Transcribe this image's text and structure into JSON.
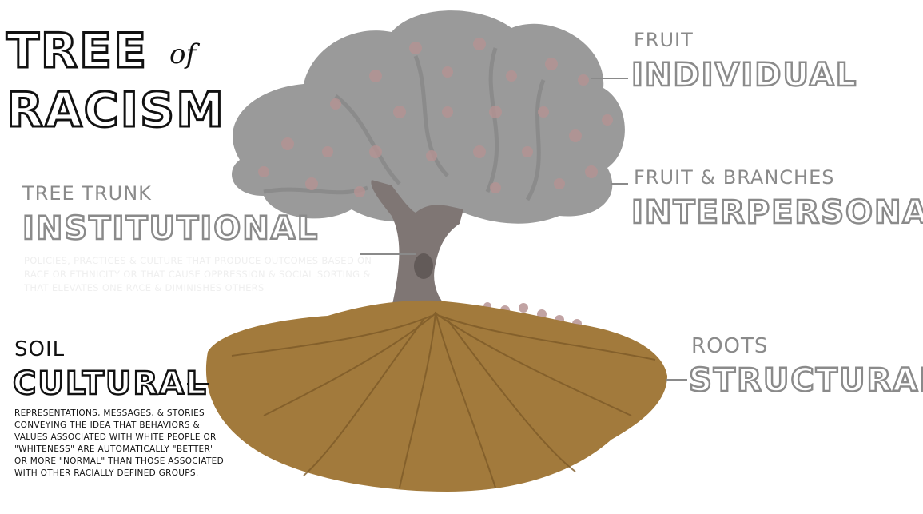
{
  "title": {
    "line1": "TREE",
    "of": "of",
    "line2": "RACISM"
  },
  "labels": {
    "fruit": {
      "small": "FRUIT",
      "big": "INDIVIDUAL"
    },
    "branches": {
      "small": "FRUIT & BRANCHES",
      "big": "INTERPERSONAL"
    },
    "trunk": {
      "small": "TREE TRUNK",
      "big": "INSTITUTIONAL",
      "description": "POLICIES, PRACTICES & CULTURE THAT PRODUCE OUTCOMES BASED ON RACE OR ETHNICITY OR THAT CAUSE OPPRESSION & SOCIAL SORTING & THAT ELEVATES ONE RACE & DIMINISHES OTHERS"
    },
    "soil": {
      "small": "SOIL",
      "big": "CULTURAL",
      "description": "REPRESENTATIONS, MESSAGES, & STORIES CONVEYING THE IDEA THAT BEHAVIORS & VALUES ASSOCIATED WITH WHITE PEOPLE OR \"WHITENESS\" ARE AUTOMATICALLY \"BETTER\" OR MORE \"NORMAL\" THAN THOSE ASSOCIATED WITH OTHER RACIALLY DEFINED GROUPS."
    },
    "roots": {
      "small": "ROOTS",
      "big": "STRUCTURAL"
    }
  },
  "colors": {
    "canopy": "#9a9a9a",
    "canopy_dark": "#858585",
    "fruit": "#b79393",
    "trunk": "#7f7674",
    "soil": "#a27a3c",
    "soil_dark": "#7d5a28",
    "label_gray": "#8a8a8a",
    "label_black": "#111111"
  }
}
